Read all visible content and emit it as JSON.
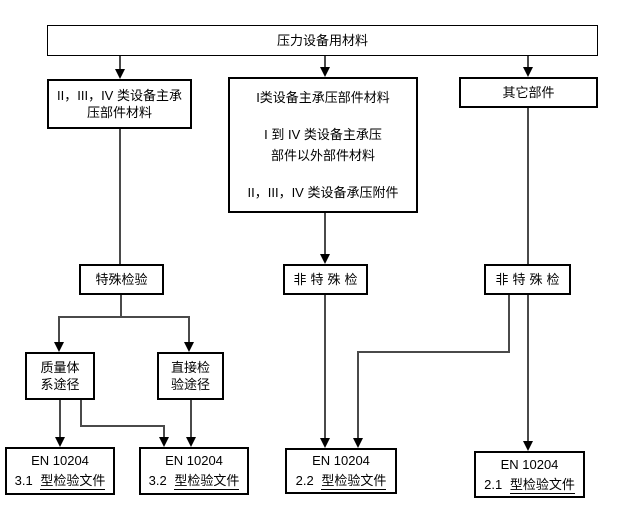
{
  "nodes": {
    "root": {
      "label": "压力设备用材料"
    },
    "class234_materials": {
      "lines": [
        "II，III，IV 类设备主承",
        "压部件材料"
      ]
    },
    "class1_materials": {
      "lines": [
        "I类设备主承压部件材料",
        "I 到 IV 类设备主承压",
        "部件以外部件材料",
        "II，III，IV 类设备承压附件"
      ]
    },
    "other_parts": {
      "label": "其它部件"
    },
    "special_inspection": {
      "label": "特殊检验"
    },
    "non_special_inspection_mid": {
      "label": "非特殊检"
    },
    "non_special_inspection_right": {
      "label": "非特殊检"
    },
    "quality_system_route": {
      "lines": [
        "质量体",
        "系途径"
      ]
    },
    "direct_inspection_route": {
      "lines": [
        "直接检",
        "验途径"
      ]
    },
    "en_10204_3_1": {
      "standard": "EN 10204",
      "type_num": "3.1",
      "type_label": "型检验文件"
    },
    "en_10204_3_2": {
      "standard": "EN 10204",
      "type_num": "3.2",
      "type_label": "型检验文件"
    },
    "en_10204_2_2": {
      "standard": "EN 10204",
      "type_num": "2.2",
      "type_label": "型检验文件"
    },
    "en_10204_2_1": {
      "standard": "EN 10204",
      "type_num": "2.1",
      "type_label": "型检验文件"
    }
  },
  "colors": {
    "background": "#ffffff",
    "box_border": "#000000",
    "connector_line": "#4a4a4a",
    "arrowhead": "#000000",
    "text": "#000000"
  }
}
